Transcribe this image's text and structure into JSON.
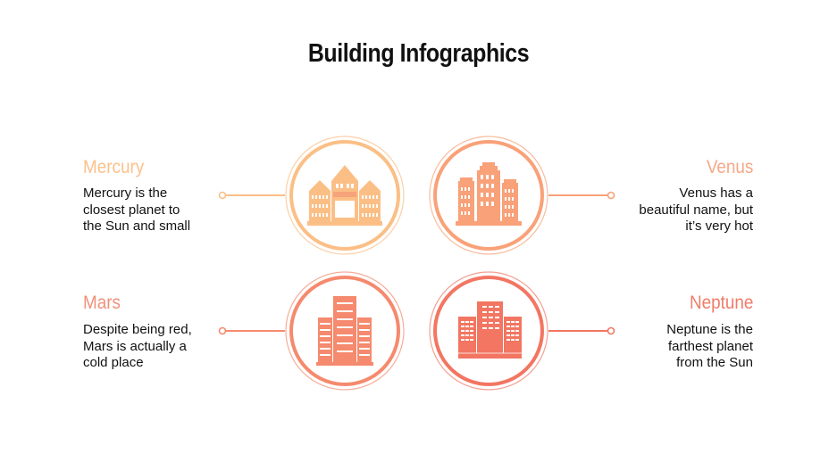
{
  "title": "Building Infographics",
  "colors": {
    "mercury": "#fbbf86",
    "venus": "#f9a178",
    "mars": "#f58a6e",
    "neptune": "#f27662",
    "text": "#111111"
  },
  "items": [
    {
      "heading": "Mercury",
      "text": "Mercury is the\nclosest planet to\nthe Sun and small",
      "icon": "castle-building-icon",
      "color": "#fbbf86"
    },
    {
      "heading": "Venus",
      "text": "Venus has a\nbeautiful name, but\nit’s very hot",
      "icon": "skyscraper-cluster-icon",
      "color": "#f9a178"
    },
    {
      "heading": "Mars",
      "text": "Despite being red,\nMars is actually a\ncold place",
      "icon": "office-towers-icon",
      "color": "#f58a6e"
    },
    {
      "heading": "Neptune",
      "text": "Neptune is the\nfarthest planet\nfrom the Sun",
      "icon": "office-block-icon",
      "color": "#f27662"
    }
  ]
}
